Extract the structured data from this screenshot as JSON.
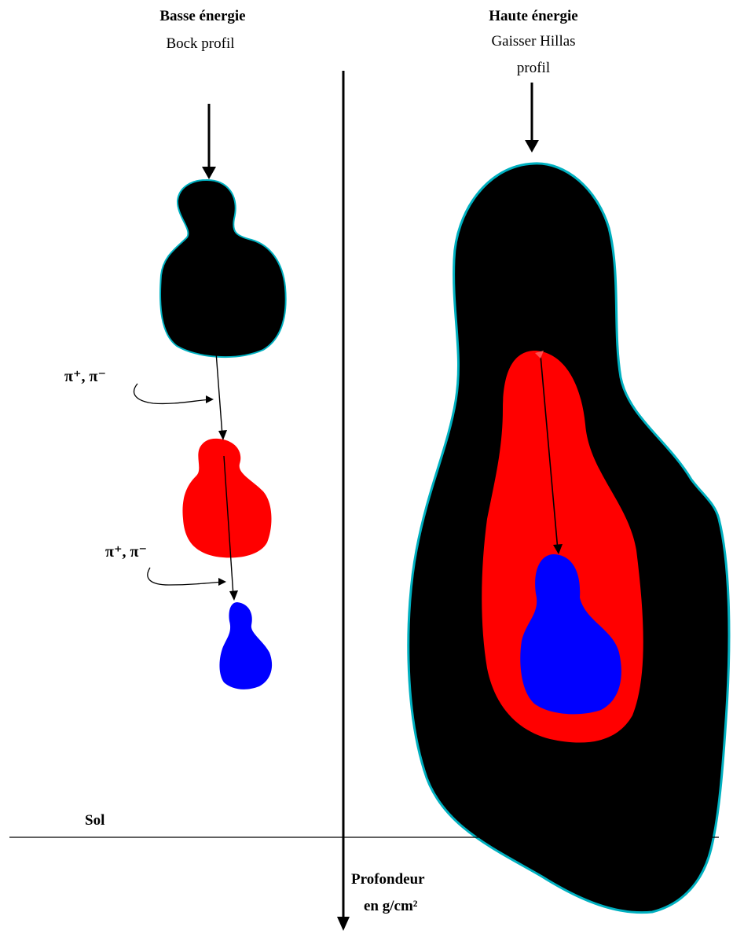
{
  "low_energy": {
    "title": "Basse énergie",
    "subtitle": "Bock profil",
    "pion_label_1": "π⁺, π⁻",
    "pion_label_2": "π⁺, π⁻"
  },
  "high_energy": {
    "title": "Haute énergie",
    "subtitle_line1": "Gaisser Hillas",
    "subtitle_line2": "profil"
  },
  "ground_label": "Sol",
  "depth_axis": {
    "label_line1": "Profondeur",
    "label_line2": "en g/cm²"
  },
  "colors": {
    "generation_1": "#000000",
    "generation_2": "#ff0000",
    "generation_3": "#0000ff",
    "outline": "#00b0c0"
  }
}
